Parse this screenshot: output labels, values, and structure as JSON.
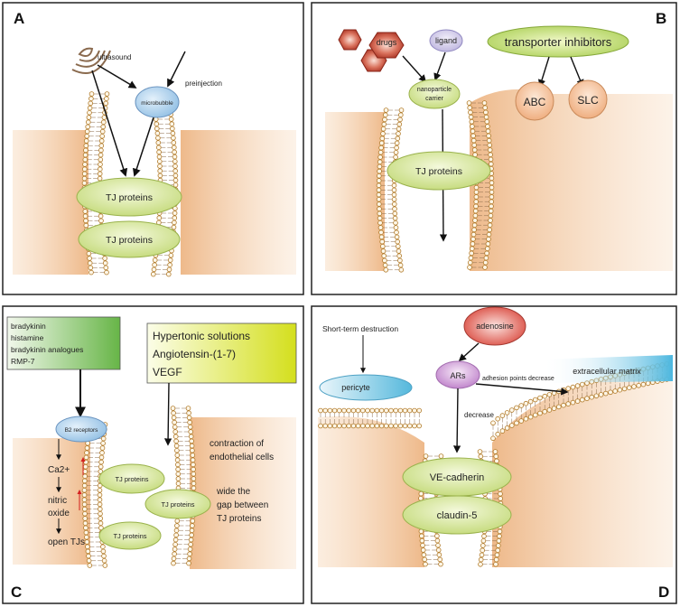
{
  "panels": {
    "a": {
      "letter": "A",
      "ultrasound": "ultrasound",
      "preinjection": "preinjection",
      "microbubble": "microbubble",
      "tj1": "TJ proteins",
      "tj2": "TJ proteins"
    },
    "b": {
      "letter": "B",
      "drugs": "drugs",
      "ligand": "ligand",
      "transporter": "transporter inhibitors",
      "carrier1": "nanoparticle",
      "carrier2": "carrier",
      "abc": "ABC",
      "slc": "SLC",
      "tj": "TJ proteins"
    },
    "c": {
      "letter": "C",
      "green_box": [
        "bradykinin",
        "histamine",
        "bradykinin analogues",
        "RMP-7"
      ],
      "yellow_box": [
        "Hypertonic solutions",
        "Angiotensin-(1-7)",
        "VEGF"
      ],
      "b2": "B2 receptors",
      "ca": "Ca2+",
      "nitric": "nitric",
      "oxide": "oxide",
      "open": "open TJs",
      "tj1": "TJ proteins",
      "tj2": "TJ proteins",
      "tj3": "TJ proteins",
      "contraction1": "contraction of",
      "contraction2": "endothelial cells",
      "wide1": "wide the",
      "wide2": "gap between",
      "wide3": "TJ proteins"
    },
    "d": {
      "letter": "D",
      "short": "Short-term destruction",
      "adenosine": "adenosine",
      "ars": "ARs",
      "adhesion": "adhesion points decrease",
      "ecm": "extracellular matrix",
      "pericyte": "pericyte",
      "decrease": "decrease",
      "ve": "VE-cadherin",
      "claudin": "claudin-5"
    }
  },
  "colors": {
    "tissue": "#f2c9a0",
    "tj_fill": "#d9e8a3",
    "microbubble": "#a9cbe8",
    "transporter": "#c4df7a",
    "ligand": "#cfc7e6",
    "hexagon": "#b83a2a",
    "abc_slc": "#f3b88c",
    "green_box": "#8fcb6c",
    "yellow_box": "#e1e83a",
    "adenosine": "#e0544a",
    "ars": "#c98fd0",
    "pericyte": "#7cc8e0",
    "ecm": "#5bbfe0"
  }
}
